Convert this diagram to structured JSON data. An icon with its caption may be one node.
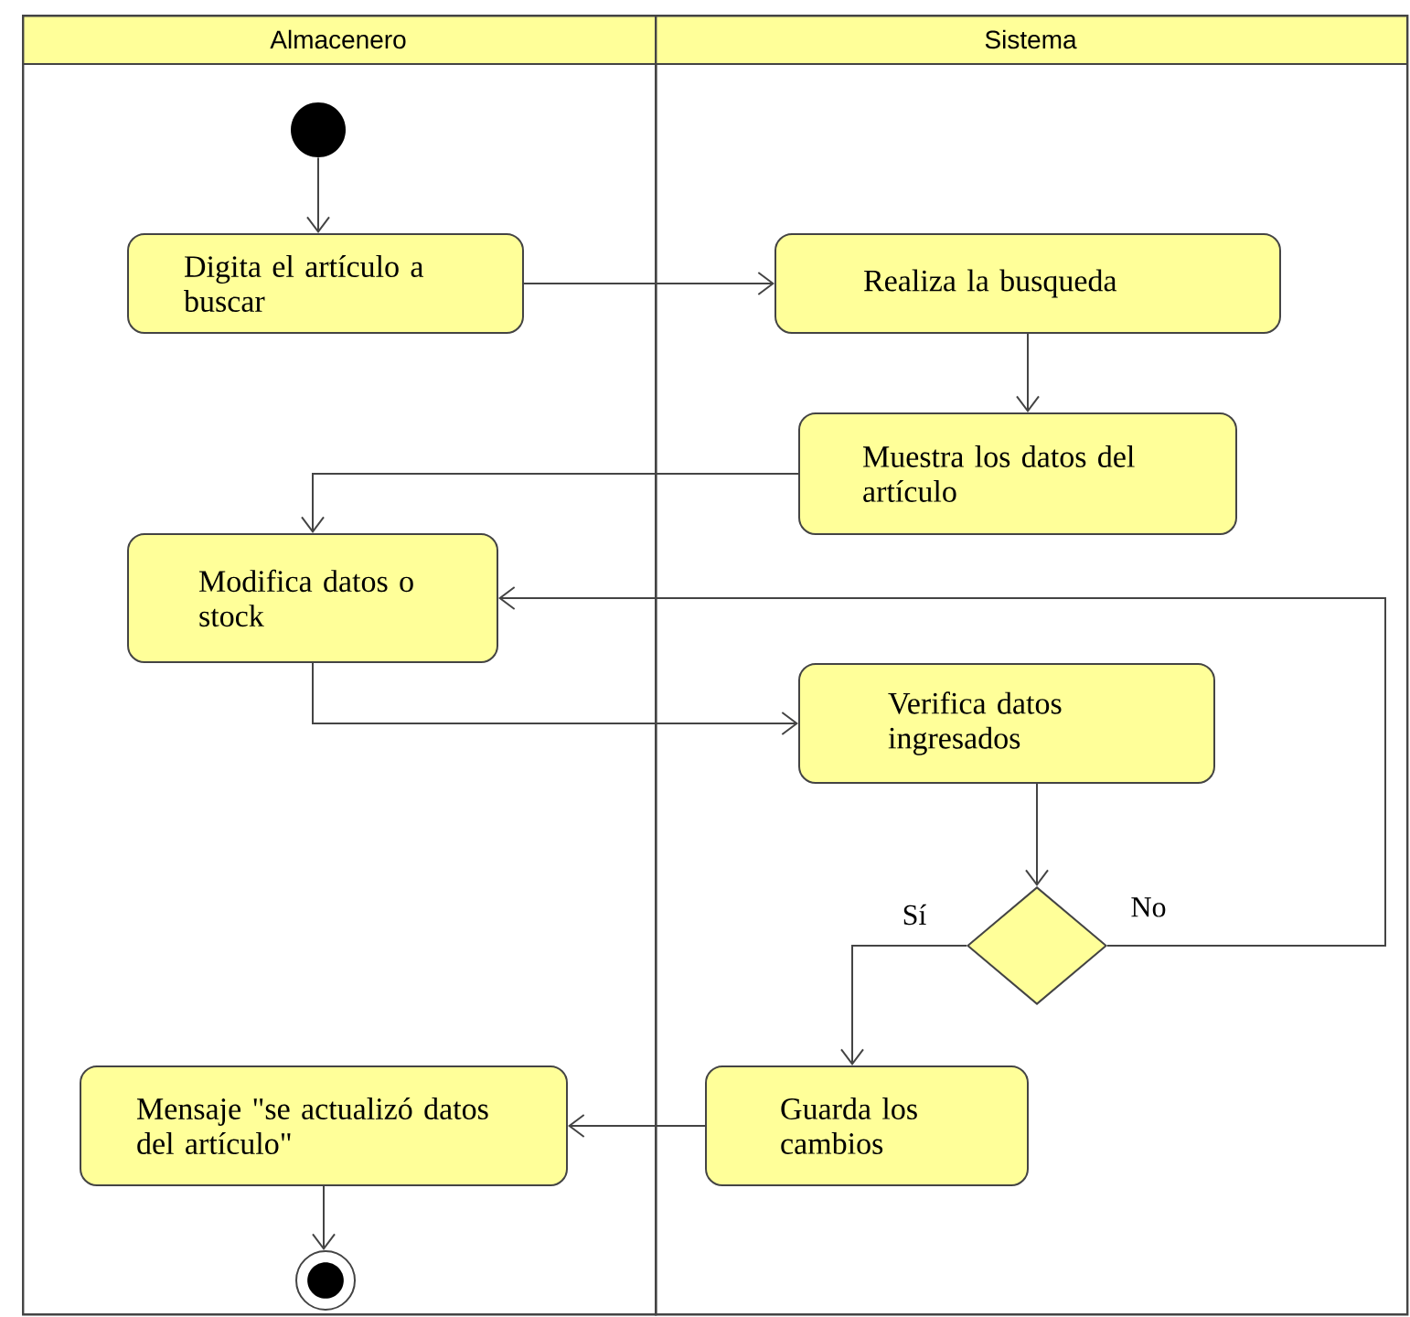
{
  "diagram": {
    "nodes": [
      {
        "text": [
          "Almacenero"
        ]
      },
      {
        "text": [
          "Sistema"
        ]
      },
      {
        "text": [],
        "shape": "circle",
        "in": 0
      },
      {
        "text": [
          "Digita el artículo a buscar"
        ],
        "in": 0
      },
      {
        "text": [
          "Realiza la busqueda"
        ],
        "in": 1
      },
      {
        "text": [
          "Muestra los datos del artículo"
        ],
        "in": 1
      },
      {
        "text": [
          "Modifica datos o stock"
        ],
        "in": 0
      },
      {
        "text": [
          "Verifica datos ingresados"
        ],
        "in": 1
      },
      {
        "text": [],
        "shape": "diamond",
        "in": 1
      },
      {
        "text": [
          "Guarda los cambios"
        ],
        "in": 1
      },
      {
        "text": [
          "Mensaje \"se actualizó datos del artículo\""
        ],
        "in": 0
      },
      {
        "text": [],
        "shape": "bullseye",
        "in": 0
      }
    ],
    "edges": [
      {
        "from": 2,
        "to": 3,
        "arrow": "to"
      },
      {
        "from": 3,
        "to": 4,
        "arrow": "to"
      },
      {
        "from": 4,
        "to": 5,
        "arrow": "to"
      },
      {
        "from": 5,
        "to": 6,
        "arrow": "to"
      },
      {
        "from": 6,
        "to": 7,
        "arrow": "to"
      },
      {
        "from": 7,
        "to": 8,
        "arrow": "to"
      },
      {
        "from": 8,
        "to": 9,
        "arrow": "to",
        "label": "Sí"
      },
      {
        "from": 8,
        "to": 6,
        "arrow": "to",
        "label": "No"
      },
      {
        "from": 9,
        "to": 10,
        "arrow": "to"
      },
      {
        "from": 10,
        "to": 11,
        "arrow": "to"
      }
    ]
  }
}
